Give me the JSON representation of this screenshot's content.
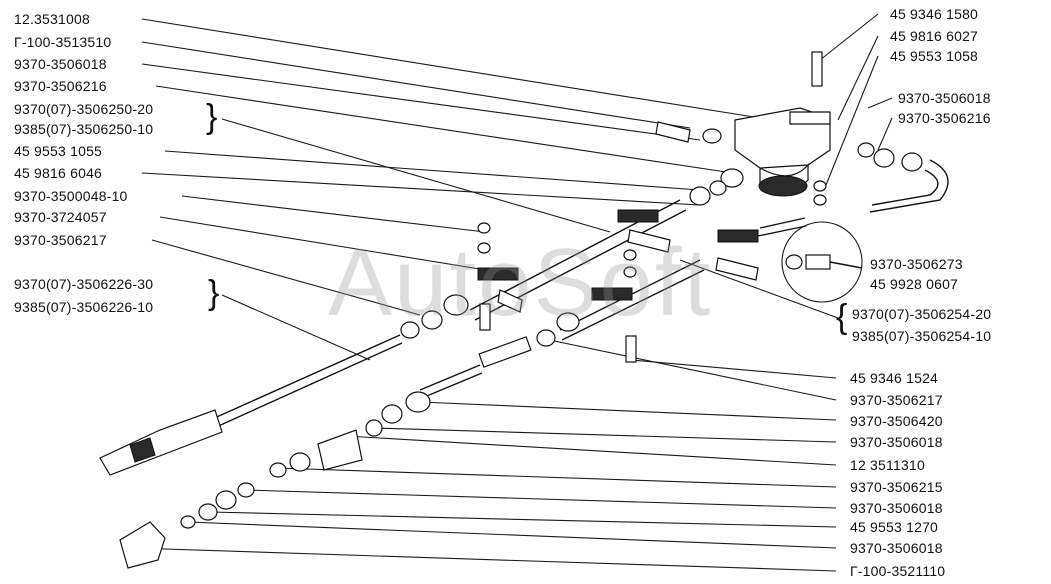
{
  "watermark": "AutoSoft",
  "labels_left": [
    "12.3531008",
    "Г-100-3513510",
    "9370-3506018",
    "9370-3506216",
    "9370(07)-3506250-20",
    "9385(07)-3506250-10",
    "45 9553 1055",
    "45 9816 6046",
    "9370-3500048-10",
    "9370-3724057",
    "9370-3506217",
    "9370(07)-3506226-30",
    "9385(07)-3506226-10"
  ],
  "labels_right_top": [
    "45 9346 1580",
    "45 9816 6027",
    "45 9553 1058",
    "9370-3506018",
    "9370-3506216"
  ],
  "labels_inset": [
    "9370-3506273",
    "45 9928 0607"
  ],
  "labels_right": [
    "9370(07)-3506254-20",
    "9385(07)-3506254-10",
    "45 9346 1524",
    "9370-3506217",
    "9370-3506420",
    "9370-3506018",
    "12 3511310",
    "9370-3506215",
    "9370-3506018",
    "45 9553 1270",
    "9370-3506018",
    "Г-100-3521110"
  ]
}
